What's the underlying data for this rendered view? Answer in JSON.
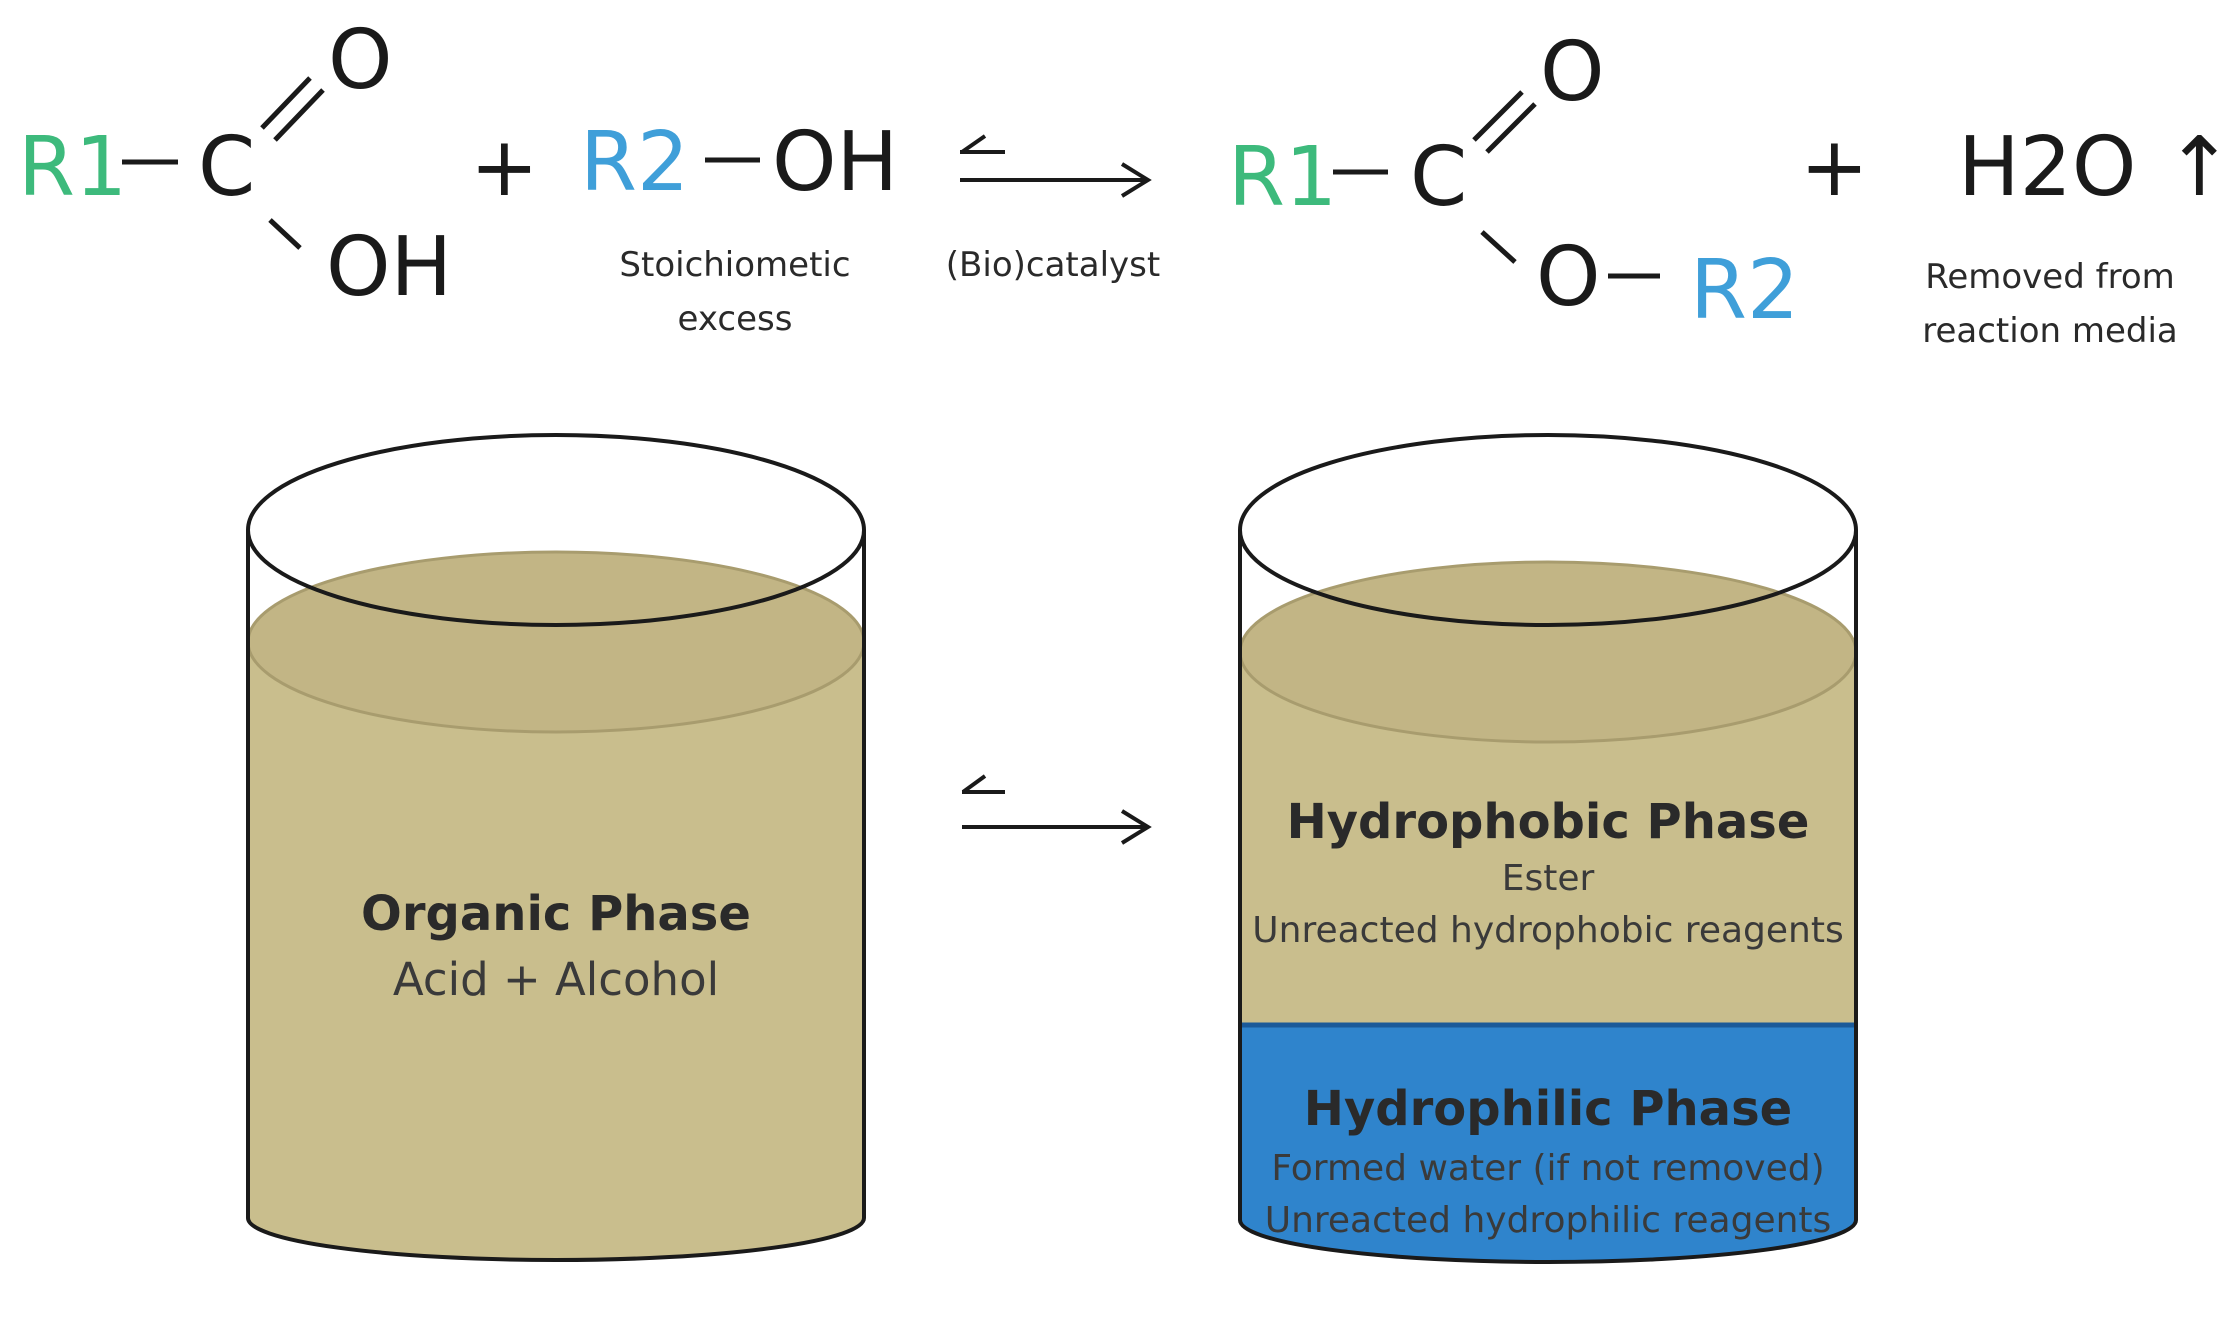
{
  "colors": {
    "r1": "#3dba7c",
    "r2": "#3f9fd9",
    "ink": "#1a1a1a",
    "organic_liquid": "#c9be8d",
    "organic_surface": "#c2b585",
    "aqueous_liquid": "#2f84cc",
    "aqueous_line": "#1b5a99"
  },
  "reaction": {
    "acid": {
      "r_group": "R1",
      "carbon": "C",
      "oxygen": "O",
      "hydroxyl": "OH"
    },
    "plus_1": "+",
    "alcohol": {
      "r_group": "R2",
      "hydroxyl": "OH",
      "note_line1": "Stoichiometic",
      "note_line2": "excess"
    },
    "catalyst_label": "(Bio)catalyst",
    "ester": {
      "r_group": "R1",
      "carbon": "C",
      "oxygen_top": "O",
      "oxygen_bridge": "O",
      "r2_group": "R2"
    },
    "plus_2": "+",
    "water": {
      "formula": "H2O",
      "arrow": "↑",
      "note_line1": "Removed from",
      "note_line2": "reaction media"
    }
  },
  "left_beaker": {
    "title": "Organic Phase",
    "subtitle": "Acid + Alcohol"
  },
  "right_beaker": {
    "hydrophobic": {
      "title": "Hydrophobic Phase",
      "line1": "Ester",
      "line2": "Unreacted hydrophobic reagents"
    },
    "hydrophilic": {
      "title": "Hydrophilic Phase",
      "line1": "Formed water (if not removed)",
      "line2": "Unreacted hydrophilic reagents"
    }
  }
}
